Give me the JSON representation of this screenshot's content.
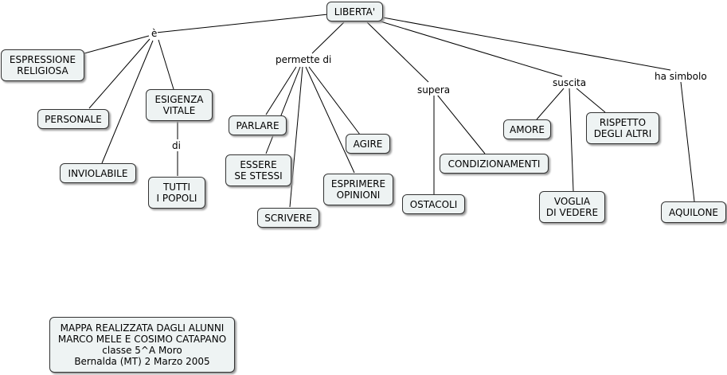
{
  "concepts": {
    "liberta": "LIBERTA'",
    "espressione_religiosa": "ESPRESSIONE\nRELIGIOSA",
    "personale": "PERSONALE",
    "inviolabile": "INVIOLABILE",
    "esigenza_vitale": "ESIGENZA\nVITALE",
    "tutti_i_popoli": "TUTTI\nI POPOLI",
    "parlare": "PARLARE",
    "essere_se_stessi": "ESSERE\nSE STESSI",
    "scrivere": "SCRIVERE",
    "agire": "AGIRE",
    "esprimere_opinioni": "ESPRIMERE\nOPINIONI",
    "condizionamenti": "CONDIZIONAMENTI",
    "ostacoli": "OSTACOLI",
    "amore": "AMORE",
    "rispetto_degli_altri": "RISPETTO\nDEGLI ALTRI",
    "voglia_di_vedere": "VOGLIA\nDI VEDERE",
    "aquilone": "AQUILONE"
  },
  "links": {
    "e": "è",
    "permette_di": "permette di",
    "di": "di",
    "supera": "supera",
    "suscita": "suscita",
    "ha_simbolo": "ha simbolo"
  },
  "footer": {
    "text": "MAPPA REALIZZATA DAGLI ALUNNI\nMARCO MELE E COSIMO CATAPANO\nclasse 5^A Moro\nBernalda (MT) 2 Marzo 2005"
  }
}
